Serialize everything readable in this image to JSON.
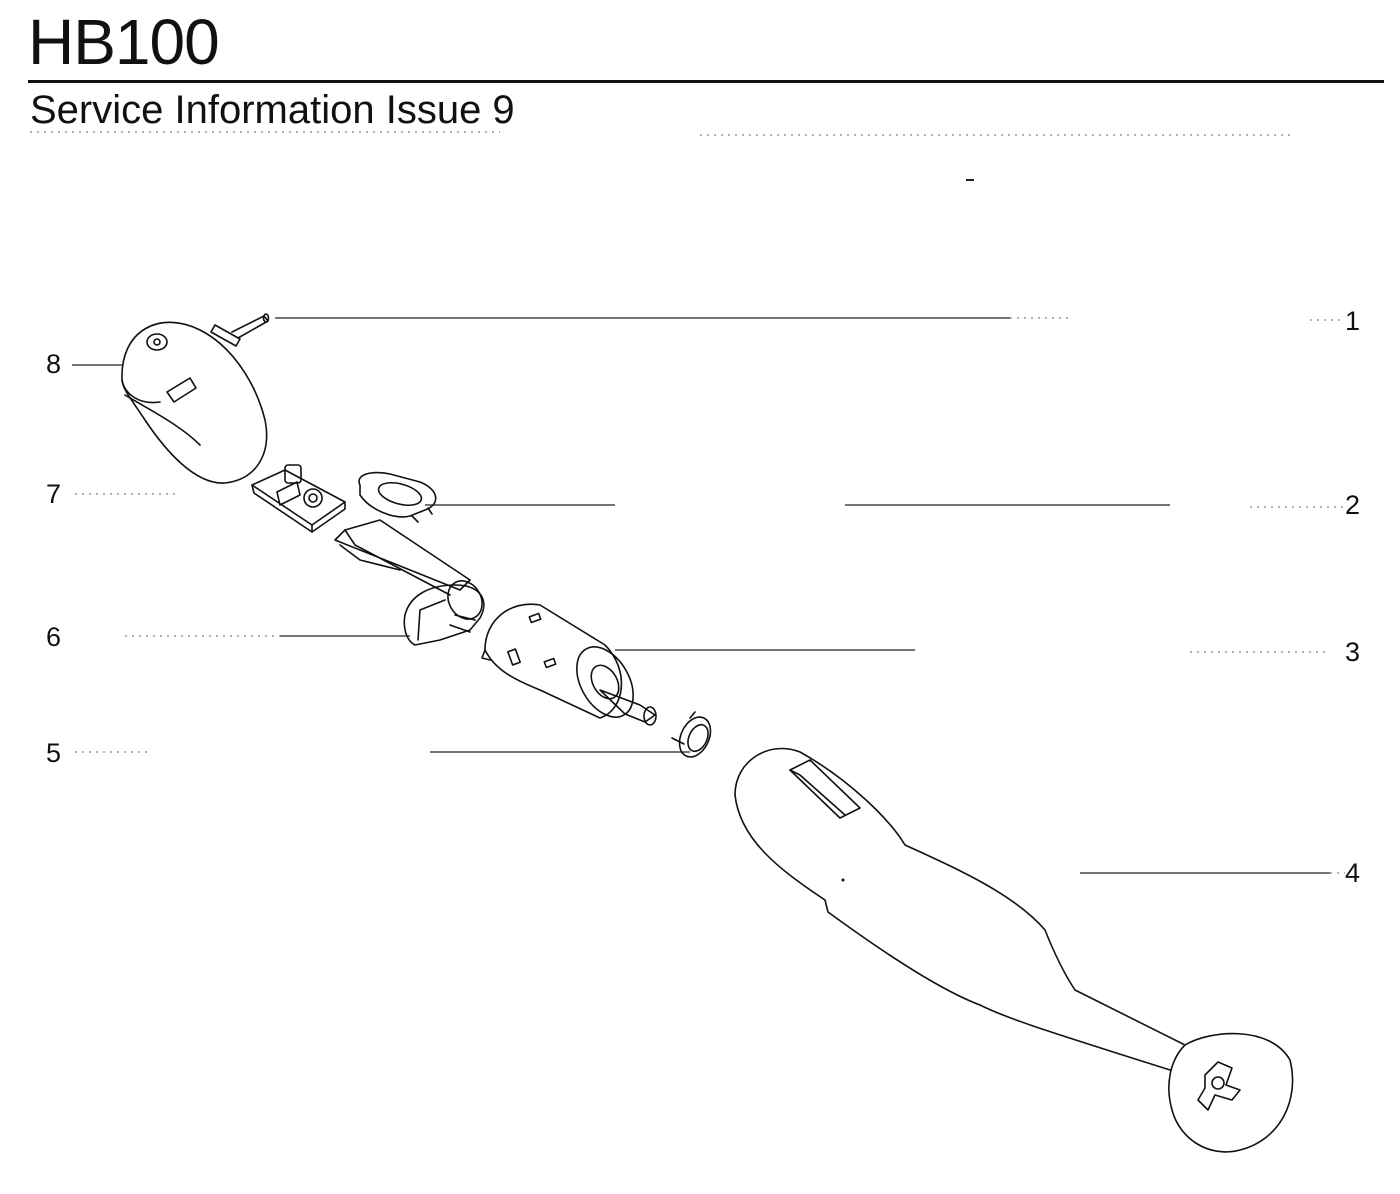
{
  "header": {
    "title": "HB100",
    "subtitle": "Service Information Issue 9"
  },
  "callouts": [
    {
      "id": "1",
      "label": "1"
    },
    {
      "id": "2",
      "label": "2"
    },
    {
      "id": "3",
      "label": "3"
    },
    {
      "id": "4",
      "label": "4"
    },
    {
      "id": "5",
      "label": "5"
    },
    {
      "id": "6",
      "label": "6"
    },
    {
      "id": "7",
      "label": "7"
    },
    {
      "id": "8",
      "label": "8"
    }
  ]
}
